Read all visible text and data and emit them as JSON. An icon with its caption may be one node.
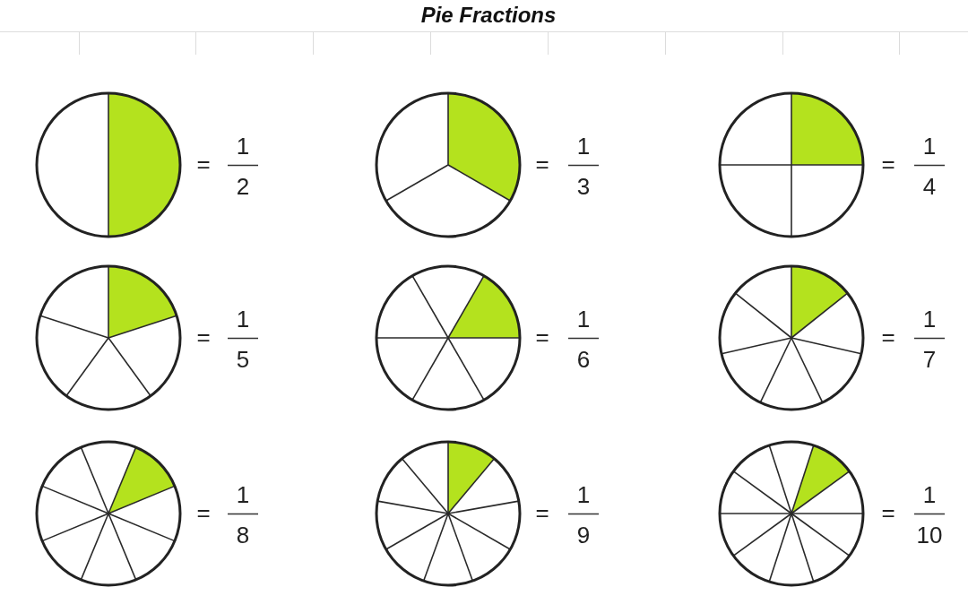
{
  "diagram": {
    "title": "Pie Fractions",
    "labels": [
      "=",
      "1",
      "2",
      "=",
      "1",
      "3",
      "=",
      "1",
      "4",
      "=",
      "1",
      "5",
      "=",
      "1",
      "6",
      "=",
      "1",
      "7",
      "=",
      "1",
      "8",
      "=",
      "1",
      "9",
      "=",
      "1",
      "10"
    ]
  }
}
